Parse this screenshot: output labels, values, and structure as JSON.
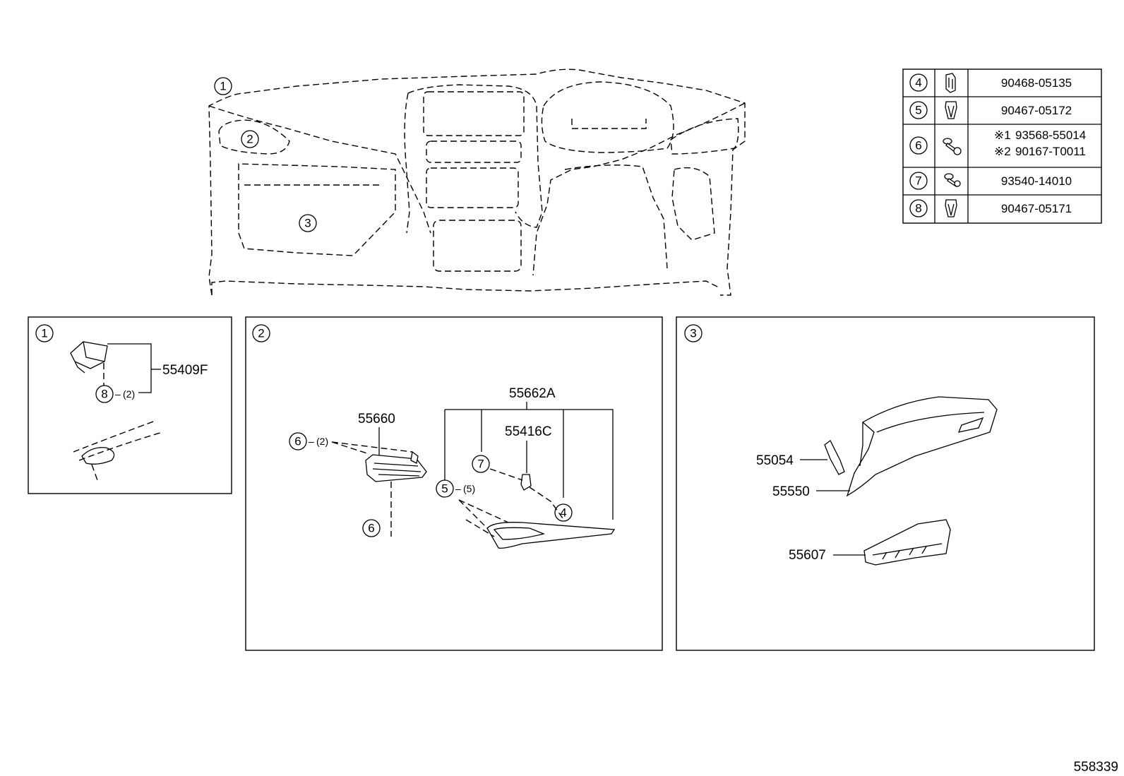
{
  "overview": {
    "callouts": [
      "1",
      "2",
      "3"
    ]
  },
  "fastener_table": {
    "rows": [
      {
        "ref": "4",
        "icon": "clip-u-icon",
        "part": "90468-05135"
      },
      {
        "ref": "5",
        "icon": "push-clip-icon",
        "part": "90467-05172"
      },
      {
        "ref": "6",
        "icon": "screw-icon",
        "part_note_1": "※1",
        "part_1": "93568-55014",
        "part_note_2": "※2",
        "part_2": "90167-T0011"
      },
      {
        "ref": "7",
        "icon": "screw-icon",
        "part": "93540-14010"
      },
      {
        "ref": "8",
        "icon": "push-clip-icon",
        "part": "90467-05171"
      }
    ]
  },
  "panel_1": {
    "index": "1",
    "part": "55409F",
    "fastener_ref": "8",
    "fastener_qty": "(2)"
  },
  "panel_2": {
    "index": "2",
    "parts": {
      "bracket": "55660",
      "panel": "55662A",
      "sub_part": "55416C"
    },
    "fasteners": {
      "ref6_a": "6",
      "ref6_a_qty": "(2)",
      "ref6_b": "6",
      "ref7": "7",
      "ref5": "5",
      "ref5_qty": "(5)",
      "ref4": "4"
    }
  },
  "panel_3": {
    "index": "3",
    "parts": {
      "damper": "55054",
      "glove_box_door": "55550",
      "lock_assembly": "55607"
    }
  },
  "figure_code": "558339"
}
